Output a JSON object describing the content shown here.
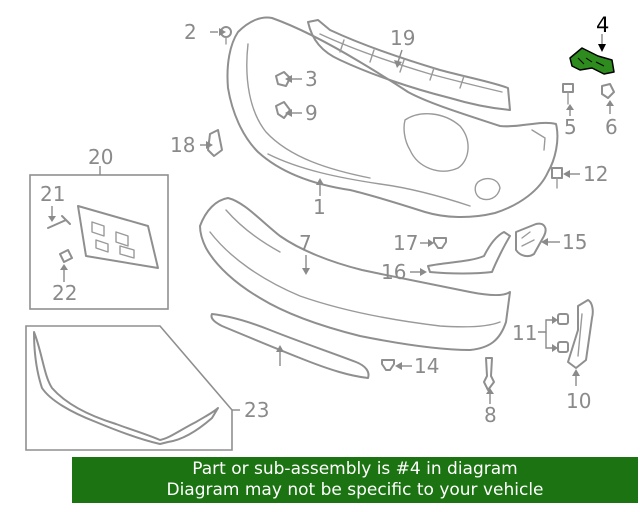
{
  "callouts": {
    "c1": "1",
    "c2": "2",
    "c3": "3",
    "c4": "4",
    "c5": "5",
    "c6": "6",
    "c7": "7",
    "c8": "8",
    "c9": "9",
    "c10": "10",
    "c11": "11",
    "c12": "12",
    "c14": "14",
    "c15": "15",
    "c16": "16",
    "c17": "17",
    "c18": "18",
    "c19": "19",
    "c20": "20",
    "c21": "21",
    "c22": "22",
    "c23": "23"
  },
  "colors": {
    "banner_bg": "#1b7312",
    "banner_text": "#ffffff",
    "highlight_part": "#2e8b1e",
    "line_gray": "#8f8f8f"
  },
  "banner": {
    "line1": "Part or sub-assembly is #4 in diagram",
    "line2": "Diagram may not be specific to your vehicle"
  }
}
